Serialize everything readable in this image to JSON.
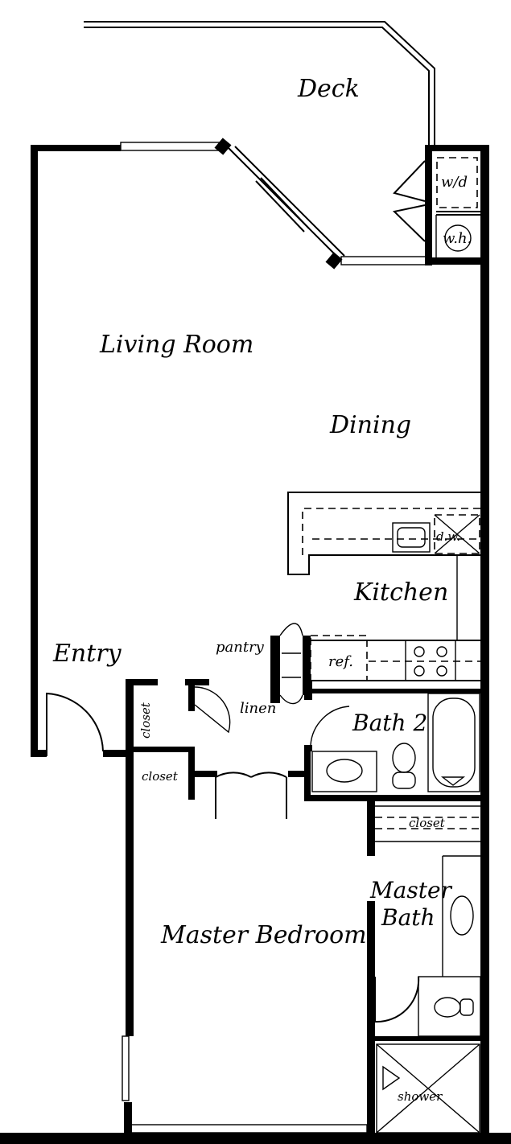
{
  "rooms": {
    "deck": "Deck",
    "living": "Living Room",
    "dining": "Dining",
    "kitchen": "Kitchen",
    "entry": "Entry",
    "bath2": "Bath 2",
    "master_bedroom": "Master Bedroom",
    "master_bath_line1": "Master",
    "master_bath_line2": "Bath"
  },
  "fixtures": {
    "washer_dryer": "w/d",
    "water_heater": "w.h.",
    "dishwasher": "d.w.",
    "refrigerator": "ref.",
    "pantry": "pantry",
    "linen": "linen",
    "closet_entry": "closet",
    "closet_hall": "closet",
    "closet_master": "closet",
    "shower": "shower"
  },
  "colors": {
    "ink": "#000000",
    "paper": "#ffffff"
  }
}
